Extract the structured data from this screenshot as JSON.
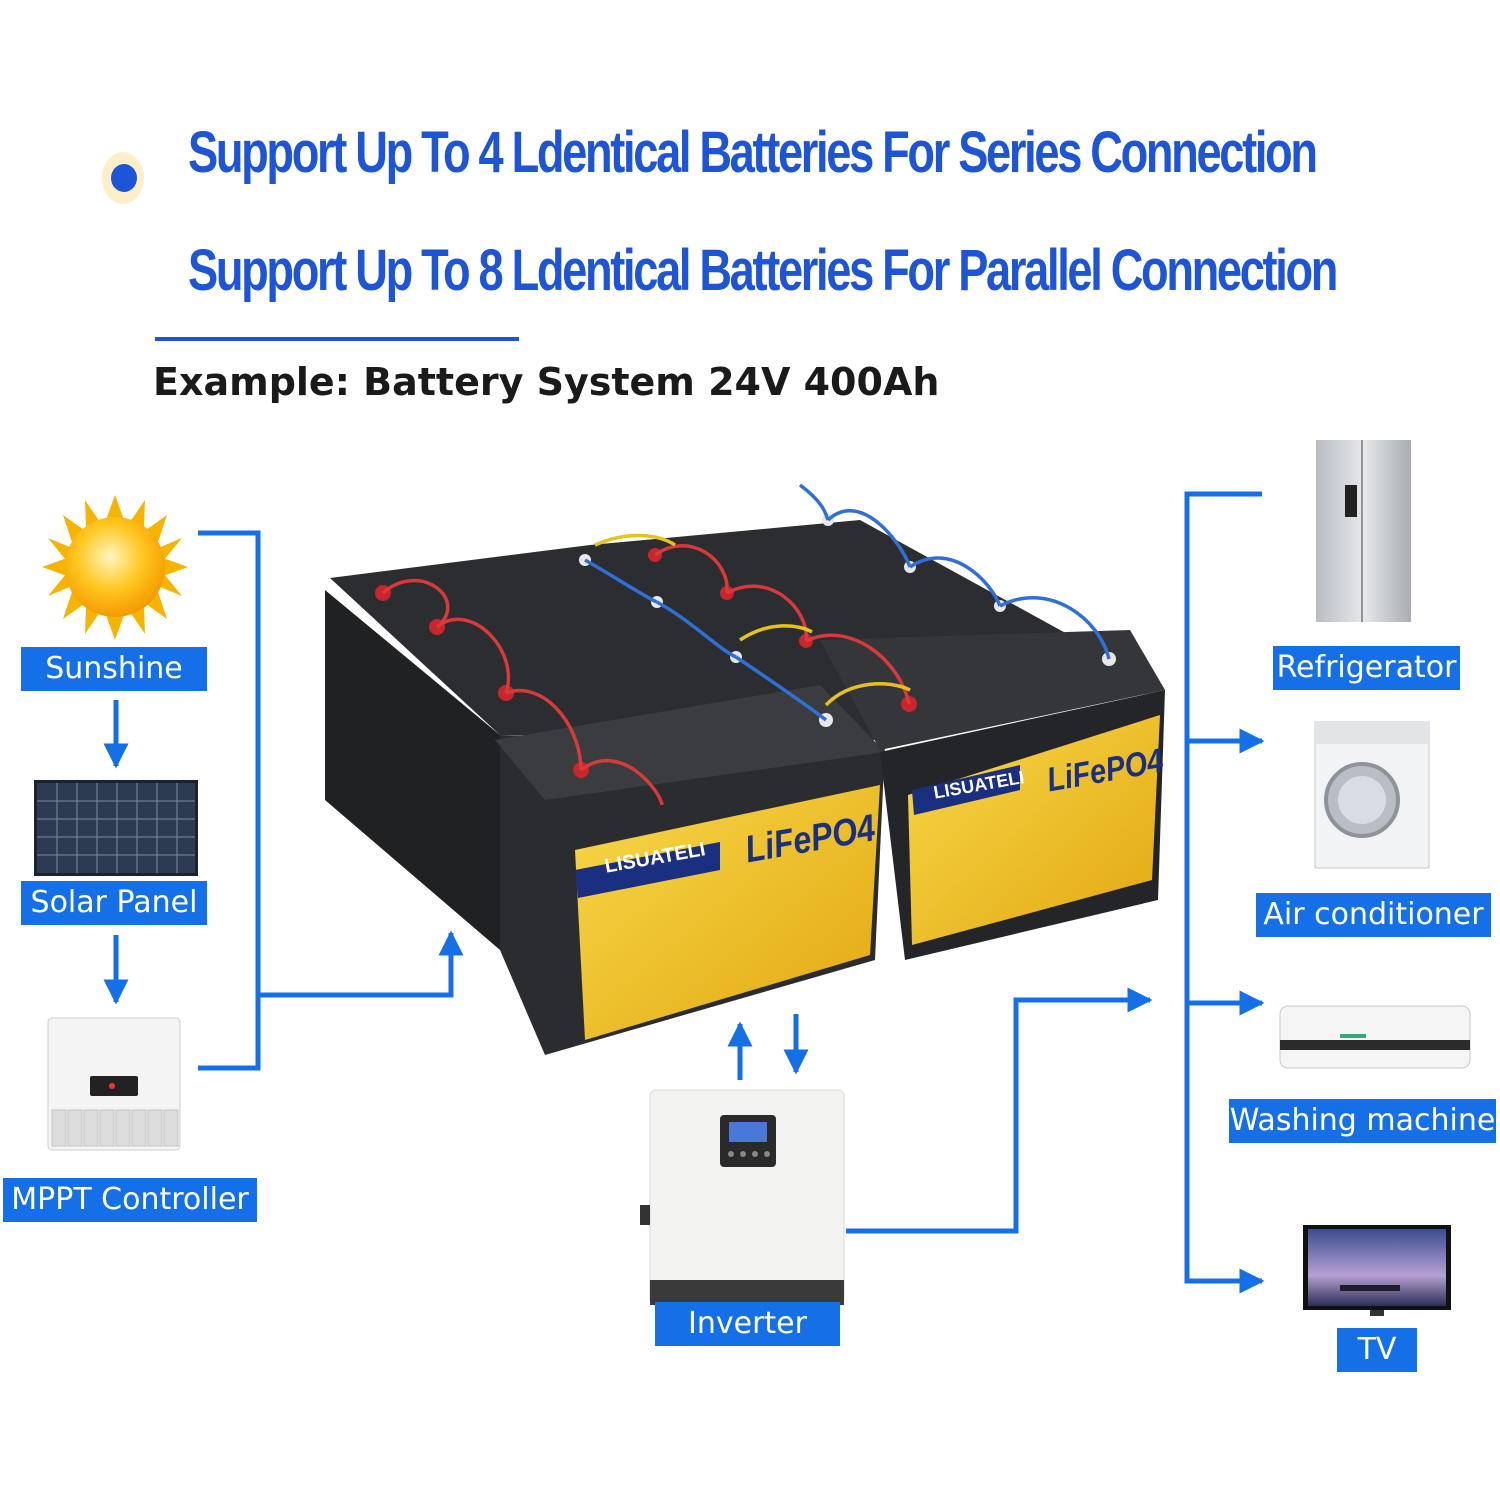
{
  "headlines": {
    "series": "Support Up To 4 Ldentical Batteries For Series Connection",
    "parallel": "Support Up To 8 Ldentical Batteries For Parallel Connection"
  },
  "example": "Example: Battery System 24V 400Ah",
  "battery": {
    "brand": "LISUATELI",
    "chemistry": "LiFePO4"
  },
  "labels": {
    "sunshine": "Sunshine",
    "solar_panel": "Solar Panel",
    "mppt": "MPPT Controller",
    "inverter": "Inverter",
    "refrigerator": "Refrigerator",
    "air_conditioner": "Air conditioner",
    "washing_machine": "Washing machine",
    "tv": "TV"
  },
  "colors": {
    "accent": "#1570e8",
    "headline": "#1d55d6",
    "battery_gold": "#f2c419"
  }
}
